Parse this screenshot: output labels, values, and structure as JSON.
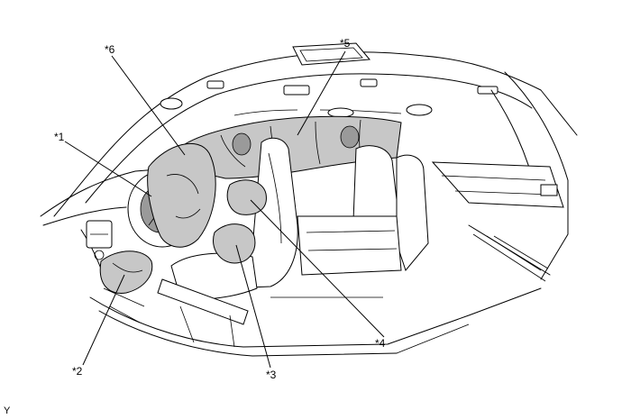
{
  "callouts": {
    "c1": "*1",
    "c2": "*2",
    "c3": "*3",
    "c4": "*4",
    "c5": "*5",
    "c6": "*6"
  },
  "corner_mark": "Y",
  "colors": {
    "airbag_fill": "#c7c7c7",
    "line": "#000000"
  }
}
